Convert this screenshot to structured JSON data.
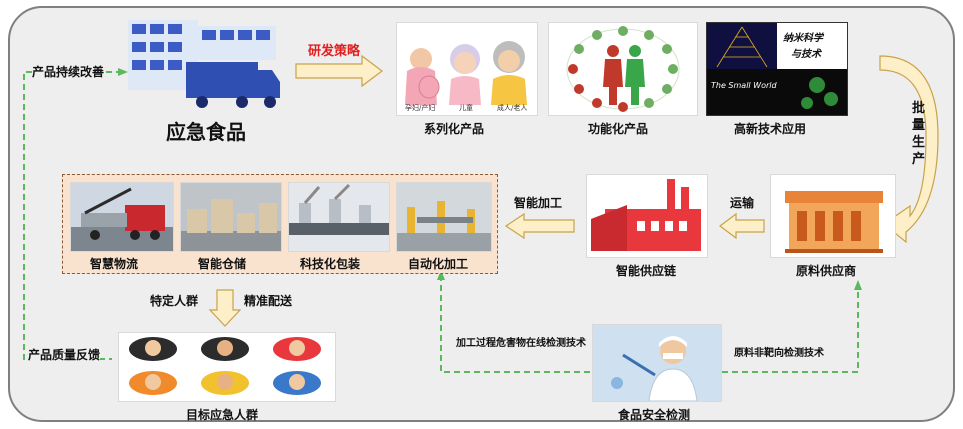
{
  "labels": {
    "emergency_food": "应急食品",
    "rd_strategy": "研发策略",
    "continuous_improvement": "产品持续改善",
    "series_products": "系列化产品",
    "functional_products": "功能化产品",
    "hitech_application": "高新技术应用",
    "mass_production": "批量生产",
    "raw_supplier": "原料供应商",
    "transport": "运输",
    "smart_supply_chain": "智能供应链",
    "smart_processing": "智能加工",
    "smart_logistics": "智慧物流",
    "smart_warehouse": "智能仓储",
    "tech_packaging": "科技化包装",
    "auto_processing": "自动化加工",
    "specific_population": "特定人群",
    "precise_delivery": "精准配送",
    "quality_feedback": "产品质量反馈",
    "target_population": "目标应急人群",
    "hazard_detection": "加工过程危害物在线检测技术",
    "nontarget_detection": "原料非靶向检测技术",
    "food_safety_detection": "食品安全检测"
  },
  "series_sublabels": [
    "孕妇/产妇",
    "儿童",
    "成人/老人"
  ],
  "nano_text": [
    "纳米科学",
    "与技术"
  ],
  "small_world": "The Small World",
  "colors": {
    "red_text": "#e02020",
    "arrow_fill": "#fdf0c8",
    "arrow_stroke": "#c9a24a",
    "dashed_green": "#5cb85c",
    "process_bg": "#f9e3cf",
    "truck_blue": "#2f4fb3",
    "factory_red": "#e8383d"
  }
}
